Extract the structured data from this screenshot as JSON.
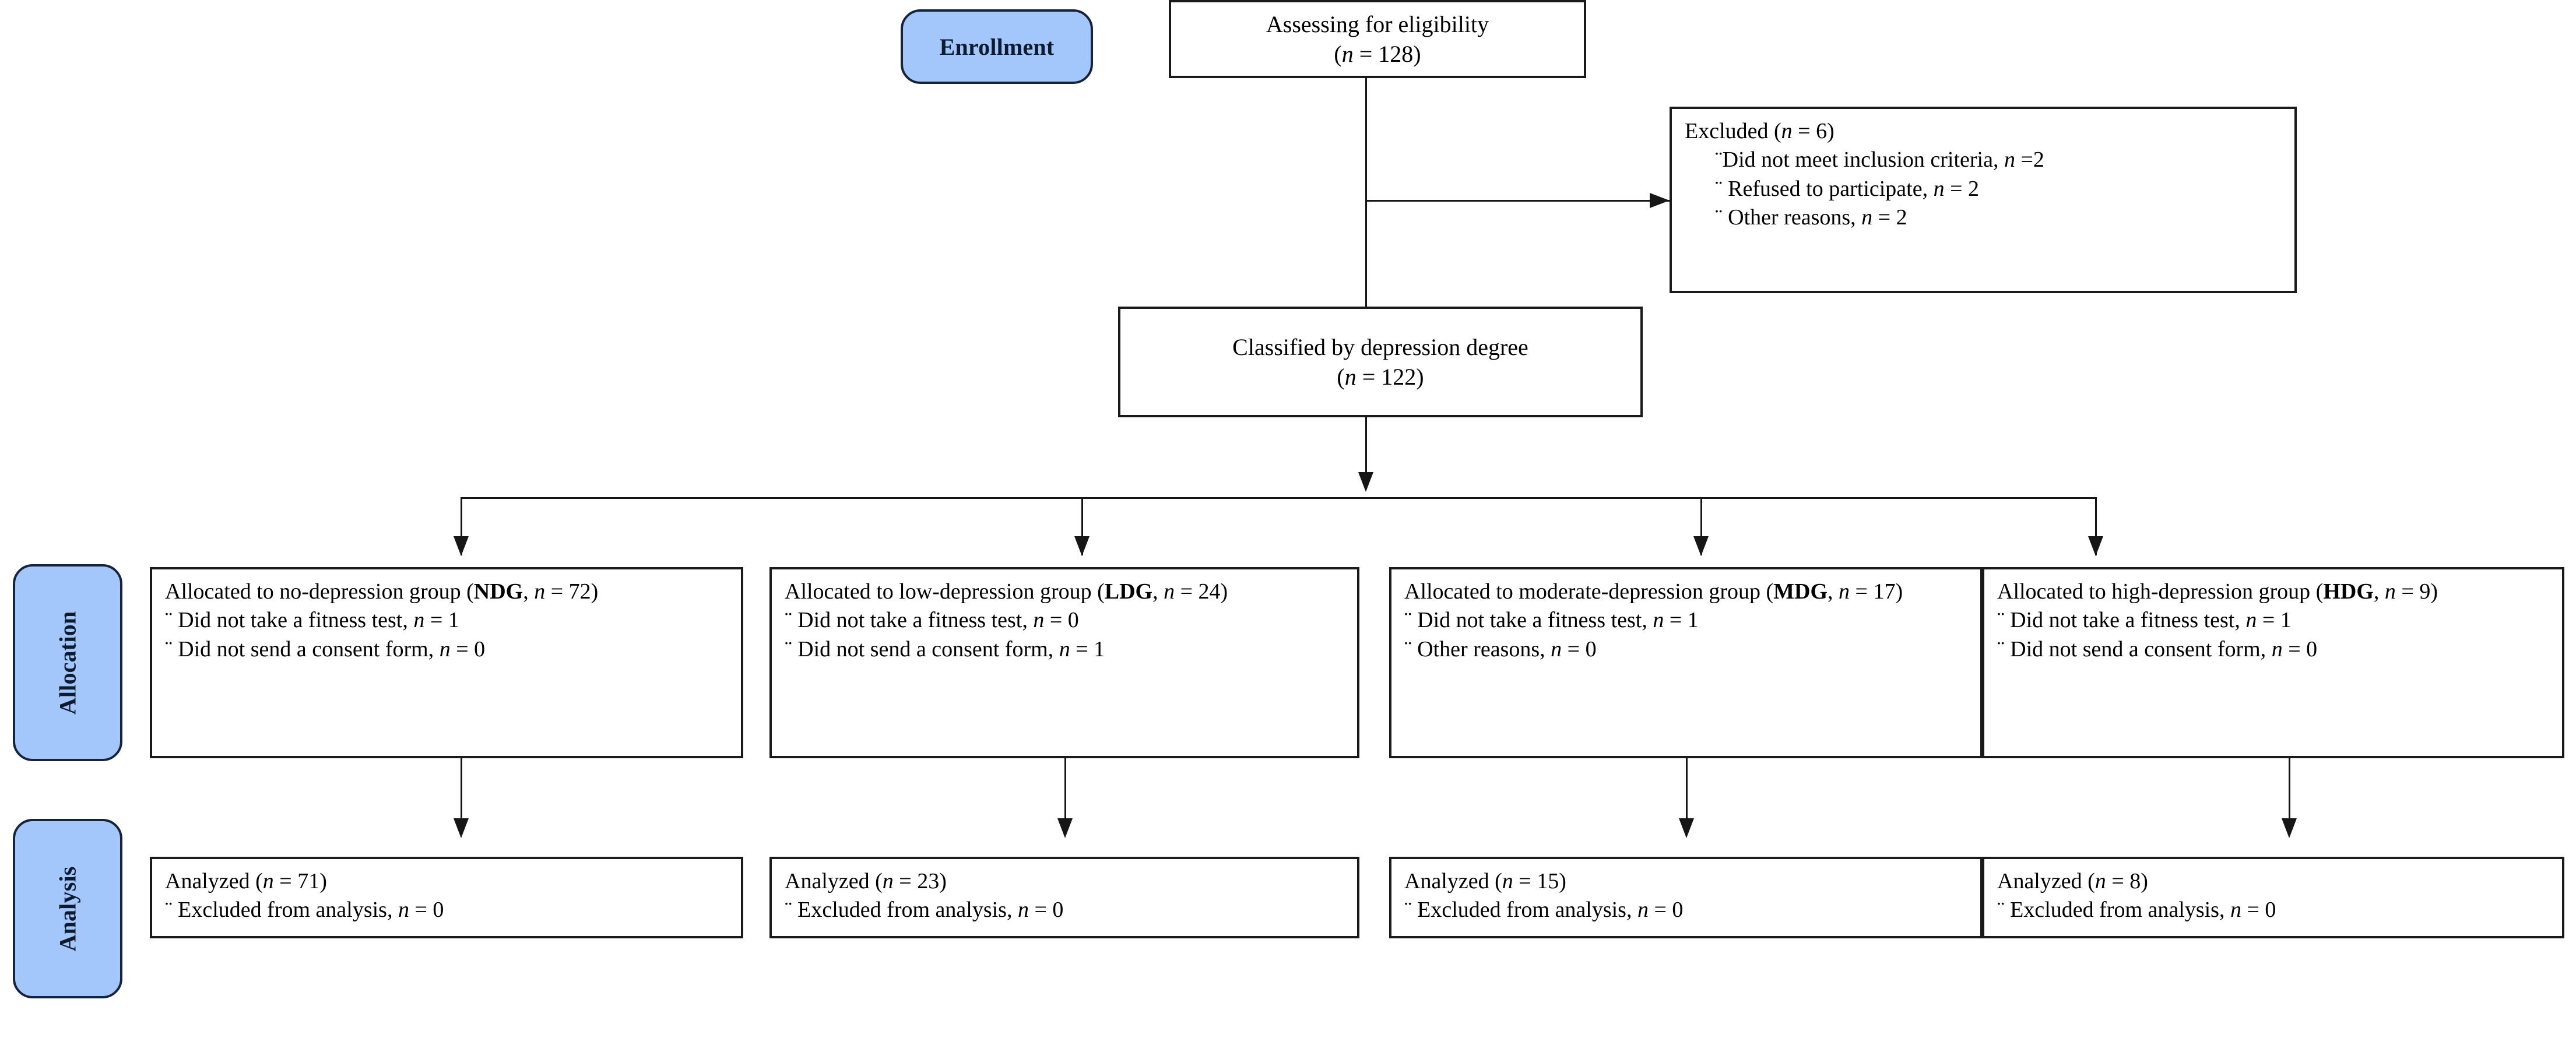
{
  "diagram": {
    "title": "CONSORT participant flow diagram",
    "colors": {
      "stage_fill": "#a3c6fb",
      "stage_border": "#15233b",
      "box_border": "#1a1a1a",
      "line": "#161616",
      "text": "#000000",
      "background": "#ffffff"
    },
    "bullet_glyph": "¨"
  },
  "stages": [
    {
      "id": "enrollment",
      "label": "Enrollment",
      "orientation": "horizontal"
    },
    {
      "id": "allocation",
      "label": "Allocation",
      "orientation": "vertical"
    },
    {
      "id": "analysis",
      "label": "Analysis",
      "orientation": "vertical"
    }
  ],
  "enrollment": {
    "assessed": {
      "line1": "Assessing for eligibility",
      "line2_prefix": "(",
      "line2_n": "n",
      "line2_suffix": " = 128)"
    },
    "excluded": {
      "heading_prefix": "Excluded (",
      "heading_n": "n",
      "heading_suffix": " = 6)",
      "reasons": [
        {
          "bullet": "¨",
          "text": "Did not meet inclusion criteria, ",
          "n": "n",
          "value": " =2"
        },
        {
          "bullet": "¨",
          "text": " Refused to participate, ",
          "n": "n",
          "value": " = 2"
        },
        {
          "bullet": "¨",
          "text": " Other reasons, ",
          "n": "n",
          "value": " = 2"
        }
      ]
    },
    "classified": {
      "line1": "Classified by depression degree",
      "line2_prefix": "(",
      "line2_n": "n",
      "line2_suffix": " = 122)"
    }
  },
  "allocation_groups": [
    {
      "id": "ndg",
      "heading_line1": "Allocated to no-depression group",
      "heading_line2_prefix": "(",
      "heading_code": "NDG",
      "heading_line2_mid": ", ",
      "heading_n": "n",
      "heading_line2_suffix": " = 72)",
      "reasons": [
        {
          "bullet": "¨",
          "text": " Did not take a fitness test, ",
          "n": "n",
          "value": " = 1"
        },
        {
          "bullet": "¨",
          "text": " Did not send a consent form, ",
          "n": "n",
          "value": " = 0"
        }
      ]
    },
    {
      "id": "ldg",
      "heading_line1": "Allocated to low-depression group",
      "heading_line2_prefix": "(",
      "heading_code": "LDG",
      "heading_line2_mid": ", ",
      "heading_n": "n",
      "heading_line2_suffix": " = 24)",
      "reasons": [
        {
          "bullet": "¨",
          "text": " Did not take a fitness test, ",
          "n": "n",
          "value": " = 0"
        },
        {
          "bullet": "¨",
          "text": " Did not send a consent form, ",
          "n": "n",
          "value": " = 1"
        }
      ]
    },
    {
      "id": "mdg",
      "heading_line1": "Allocated to moderate-depression",
      "heading_line2_prefix": "group (",
      "heading_code": "MDG",
      "heading_line2_mid": ", ",
      "heading_n": "n",
      "heading_line2_suffix": " = 17)",
      "reasons": [
        {
          "bullet": "¨",
          "text": " Did not take a fitness test, ",
          "n": "n",
          "value": " = 1"
        },
        {
          "bullet": "¨",
          "text": " Other reasons, ",
          "n": "n",
          "value": " = 0"
        }
      ]
    },
    {
      "id": "hdg",
      "heading_line1": "Allocated to high-depression group",
      "heading_line2_prefix": "(",
      "heading_code": "HDG",
      "heading_line2_mid": ", ",
      "heading_n": "n",
      "heading_line2_suffix": " = 9)",
      "reasons": [
        {
          "bullet": "¨",
          "text": " Did not take a fitness test, ",
          "n": "n",
          "value": " = 1"
        },
        {
          "bullet": "¨",
          "text": " Did not send a consent form, ",
          "n": "n",
          "value": " = 0"
        }
      ]
    }
  ],
  "analysis_groups": [
    {
      "id": "ndg-analysis",
      "heading_prefix": "Analyzed (",
      "heading_n": "n",
      "heading_suffix": " = 71)",
      "reasons": [
        {
          "bullet": "¨",
          "text": " Excluded from analysis, ",
          "n": "n",
          "value": " = 0"
        }
      ]
    },
    {
      "id": "ldg-analysis",
      "heading_prefix": "Analyzed (",
      "heading_n": "n",
      "heading_suffix": " = 23)",
      "reasons": [
        {
          "bullet": "¨",
          "text": " Excluded from analysis, ",
          "n": "n",
          "value": " = 0"
        }
      ]
    },
    {
      "id": "mdg-analysis",
      "heading_prefix": "Analyzed (",
      "heading_n": "n",
      "heading_suffix": " = 15)",
      "reasons": [
        {
          "bullet": "¨",
          "text": " Excluded from analysis, ",
          "n": "n",
          "value": " = 0"
        }
      ]
    },
    {
      "id": "hdg-analysis",
      "heading_prefix": "Analyzed (",
      "heading_n": "n",
      "heading_suffix": " = 8)",
      "reasons": [
        {
          "bullet": "¨",
          "text": " Excluded from analysis, ",
          "n": "n",
          "value": " = 0"
        }
      ]
    }
  ],
  "flow_counts": {
    "assessed_for_eligibility": 128,
    "excluded_total": 6,
    "excluded_not_meeting_criteria": 2,
    "excluded_refused": 2,
    "excluded_other": 2,
    "classified": 122,
    "allocated": {
      "NDG": 72,
      "LDG": 24,
      "MDG": 17,
      "HDG": 9
    },
    "analyzed": {
      "NDG": 71,
      "LDG": 23,
      "MDG": 15,
      "HDG": 8
    }
  }
}
